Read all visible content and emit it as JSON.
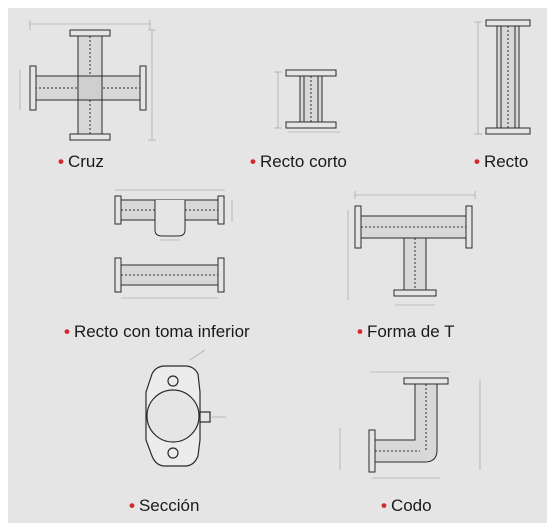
{
  "accent_color": "#d42a2a",
  "bullet_symbol": "•",
  "captions": {
    "cruz": "Cruz",
    "recto_corto": "Recto corto",
    "recto": "Recto",
    "recto_toma": "Recto con toma inferior",
    "forma_t": "Forma de T",
    "seccion": "Sección",
    "codo": "Codo"
  }
}
